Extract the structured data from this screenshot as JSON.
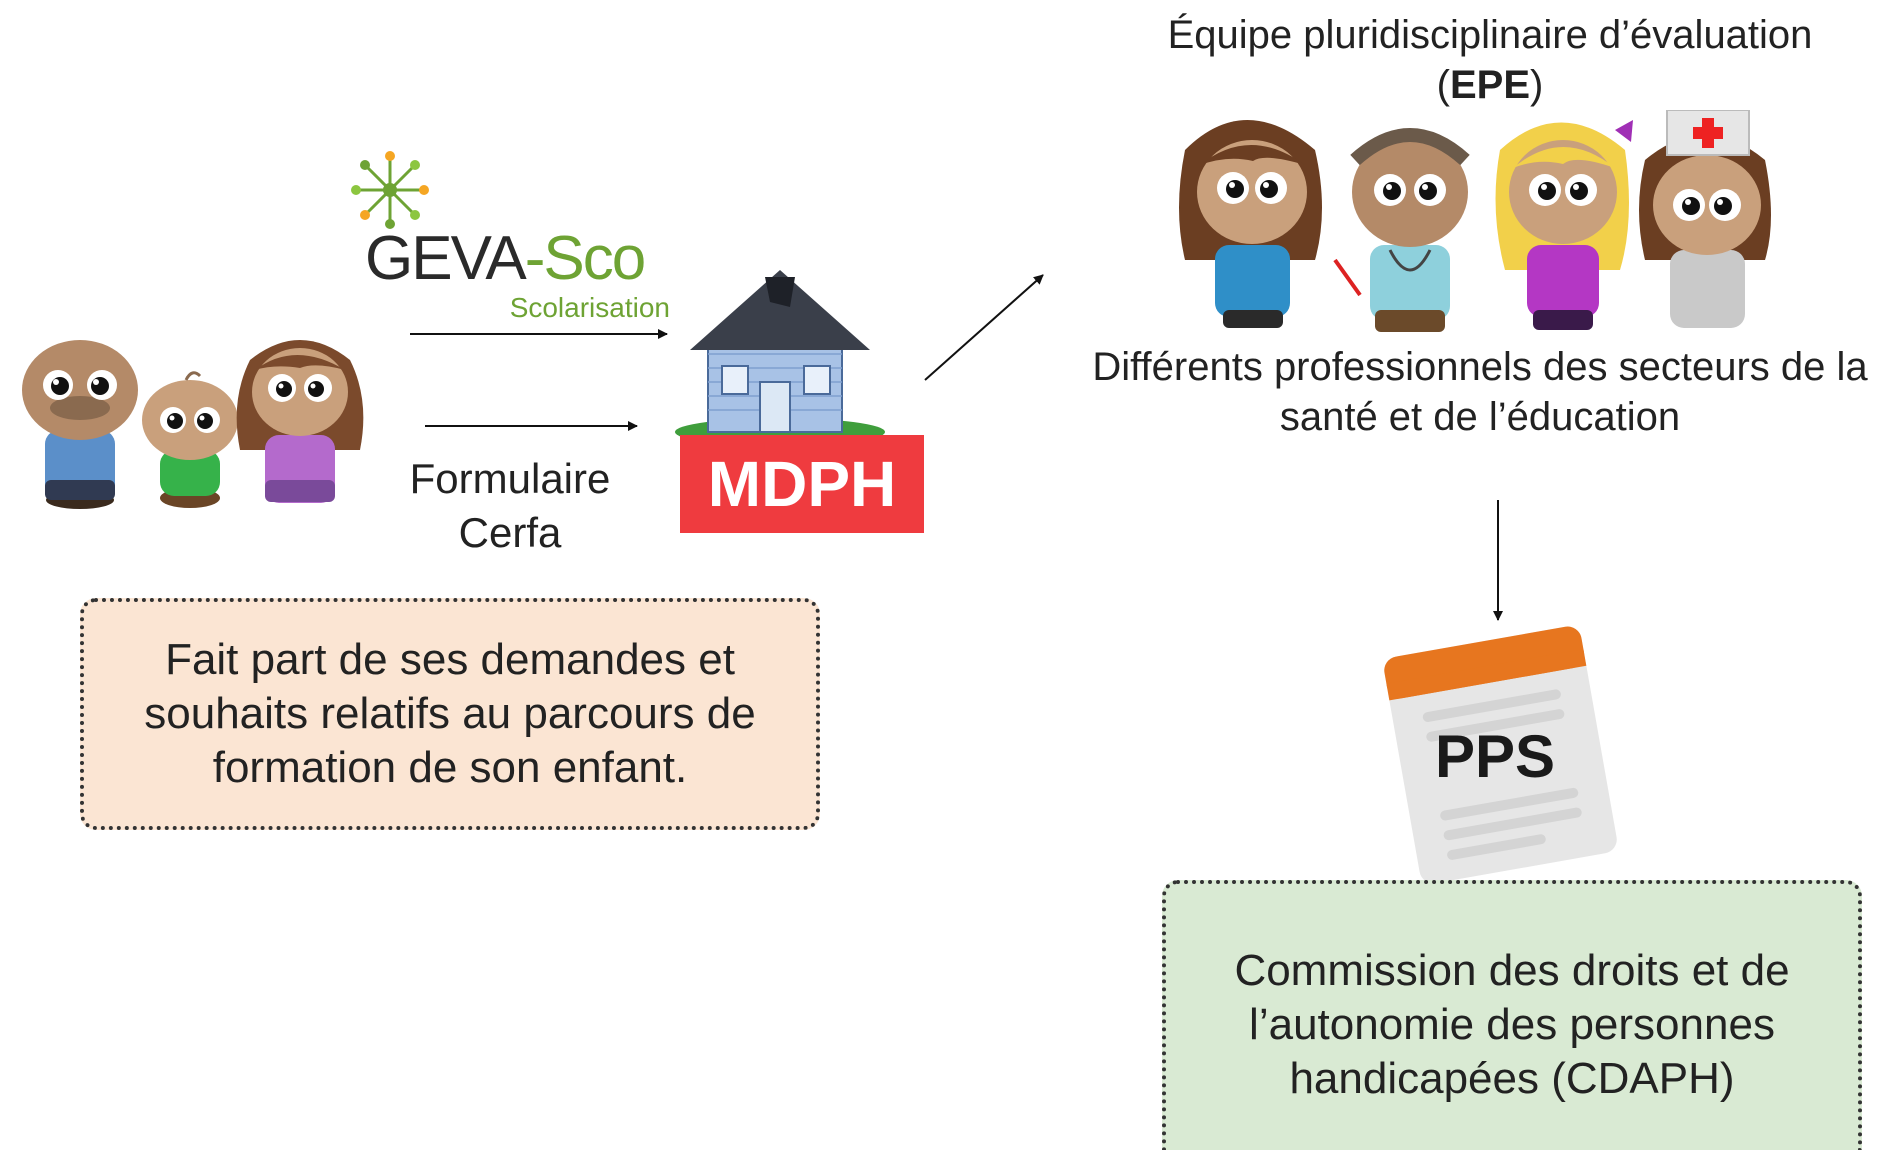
{
  "family": {
    "request_text": "Fait part de ses demandes et souhaits relatifs au parcours de formation de son enfant."
  },
  "geva_logo": {
    "name_part1": "GEVA",
    "name_part2": "-Sco",
    "subtitle": "Scolarisation"
  },
  "formulaire": {
    "line1": "Formulaire",
    "line2": "Cerfa"
  },
  "mdph": {
    "label": "MDPH"
  },
  "epe": {
    "title_prefix": "Équipe pluridisciplinaire d’évaluation",
    "acronym_open": "(",
    "acronym": "EPE",
    "acronym_close": ")",
    "description": "Différents professionnels des secteurs de la santé et de l’éducation"
  },
  "pps": {
    "label": "PPS"
  },
  "cdaph": {
    "text": "Commission des droits et de l’autonomie des personnes handicapées (CDAPH)"
  },
  "colors": {
    "mdph_red": "#ef3b3f",
    "request_box_bg": "#fbe5d3",
    "cdaph_box_bg": "#d9ead3",
    "geva_green": "#6ea334",
    "pps_orange": "#e7761f"
  }
}
